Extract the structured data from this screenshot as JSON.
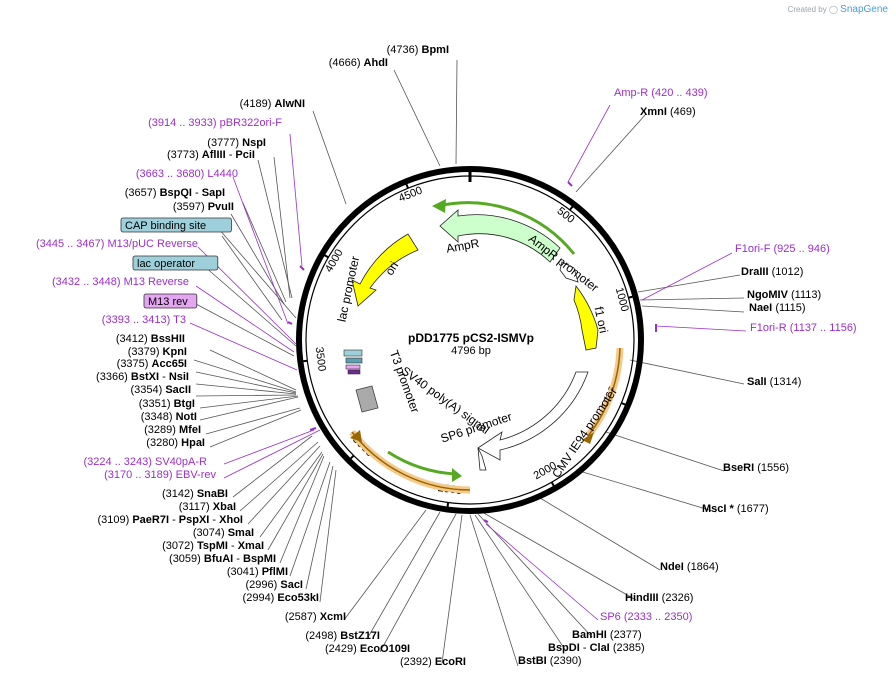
{
  "credit": {
    "prefix": "Created by",
    "brand": "SnapGene"
  },
  "plasmid": {
    "name": "pDD1775 pCS2-ISMVp",
    "length_label": "4796 bp",
    "length": 4796
  },
  "colors": {
    "primer": "#9b2fc7",
    "ampr_fill": "#ccffcc",
    "ori_fill": "#ffff00",
    "orf_band": "#f5c98a",
    "green_arrow": "#55aa22",
    "lac_box": "#9ed0dc",
    "m13_box": "#e4a6f0"
  },
  "ticks": [
    {
      "bp": 500,
      "label": "500"
    },
    {
      "bp": 1000,
      "label": "1000"
    },
    {
      "bp": 1500,
      "label": "1500"
    },
    {
      "bp": 2000,
      "label": "2000"
    },
    {
      "bp": 2500,
      "label": "2500"
    },
    {
      "bp": 3000,
      "label": "3000"
    },
    {
      "bp": 3500,
      "label": "3500"
    },
    {
      "bp": 4000,
      "label": "4000"
    },
    {
      "bp": 4500,
      "label": "4500"
    }
  ],
  "features": [
    {
      "name": "AmpR",
      "label": "AmpR"
    },
    {
      "name": "AmpR promoter",
      "label": "AmpR promoter"
    },
    {
      "name": "f1 ori",
      "label": "f1 ori"
    },
    {
      "name": "CMV IE94 promoter",
      "label": "CMV IE94 promoter"
    },
    {
      "name": "SP6 promoter",
      "label": "SP6 promoter"
    },
    {
      "name": "SV40 poly(A) signal",
      "label": "SV40 poly(A) signal"
    },
    {
      "name": "T3 promoter",
      "label": "T3 promoter"
    },
    {
      "name": "lac promoter",
      "label": "lac promoter"
    },
    {
      "name": "ori",
      "label": "ori"
    }
  ],
  "labels": [
    {
      "kind": "site",
      "pos": "(4736)",
      "name": "BpmI"
    },
    {
      "kind": "site",
      "pos": "(4666)",
      "name": "AhdI"
    },
    {
      "kind": "site",
      "pos": "(4189)",
      "name": "AlwNI"
    },
    {
      "kind": "primer",
      "pos": "(3914 .. 3933)",
      "name": "pBR322ori-F"
    },
    {
      "kind": "site",
      "pos": "(3777)",
      "name": "NspI"
    },
    {
      "kind": "site",
      "pos": "(3773)",
      "name": "AflIII",
      "extra": "PciI"
    },
    {
      "kind": "primer",
      "pos": "(3663 .. 3680)",
      "name": "L4440"
    },
    {
      "kind": "site",
      "pos": "(3657)",
      "name": "BspQI",
      "extra": "SapI"
    },
    {
      "kind": "site",
      "pos": "(3597)",
      "name": "PvuII"
    },
    {
      "kind": "box",
      "name": "CAP binding site"
    },
    {
      "kind": "primer",
      "pos": "(3445 .. 3467)",
      "name": "M13/pUC Reverse"
    },
    {
      "kind": "box",
      "name": "lac operator"
    },
    {
      "kind": "primer",
      "pos": "(3432 .. 3448)",
      "name": "M13 Reverse"
    },
    {
      "kind": "mbox",
      "name": "M13 rev"
    },
    {
      "kind": "primer",
      "pos": "(3393 .. 3413)",
      "name": "T3"
    },
    {
      "kind": "site",
      "pos": "(3412)",
      "name": "BssHII"
    },
    {
      "kind": "site",
      "pos": "(3379)",
      "name": "KpnI"
    },
    {
      "kind": "site",
      "pos": "(3375)",
      "name": "Acc65I"
    },
    {
      "kind": "site",
      "pos": "(3366)",
      "name": "BstXI",
      "extra": "NsiI"
    },
    {
      "kind": "site",
      "pos": "(3354)",
      "name": "SacII"
    },
    {
      "kind": "site",
      "pos": "(3351)",
      "name": "BtgI"
    },
    {
      "kind": "site",
      "pos": "(3348)",
      "name": "NotI"
    },
    {
      "kind": "site",
      "pos": "(3289)",
      "name": "MfeI"
    },
    {
      "kind": "site",
      "pos": "(3280)",
      "name": "HpaI"
    },
    {
      "kind": "primer",
      "pos": "(3224 .. 3243)",
      "name": "SV40pA-R"
    },
    {
      "kind": "primer",
      "pos": "(3170 .. 3189)",
      "name": "EBV-rev"
    },
    {
      "kind": "site",
      "pos": "(3142)",
      "name": "SnaBI"
    },
    {
      "kind": "site",
      "pos": "(3117)",
      "name": "XbaI"
    },
    {
      "kind": "site",
      "pos": "(3109)",
      "name": "PaeR7I",
      "extra": "PspXI",
      "extra2": "XhoI"
    },
    {
      "kind": "site",
      "pos": "(3074)",
      "name": "SmaI"
    },
    {
      "kind": "site",
      "pos": "(3072)",
      "name": "TspMI",
      "extra": "XmaI"
    },
    {
      "kind": "site",
      "pos": "(3059)",
      "name": "BfuAI",
      "extra": "BspMI"
    },
    {
      "kind": "site",
      "pos": "(3041)",
      "name": "PflMI"
    },
    {
      "kind": "site",
      "pos": "(2996)",
      "name": "SacI"
    },
    {
      "kind": "site",
      "pos": "(2994)",
      "name": "Eco53kI"
    },
    {
      "kind": "site",
      "pos": "(2587)",
      "name": "XcmI"
    },
    {
      "kind": "site",
      "pos": "(2498)",
      "name": "BstZ17I"
    },
    {
      "kind": "site",
      "pos": "(2429)",
      "name": "EcoO109I"
    },
    {
      "kind": "site",
      "pos": "(2392)",
      "name": "EcoRI"
    },
    {
      "kind": "primer",
      "pos": "(420 .. 439)",
      "name": "Amp-R"
    },
    {
      "kind": "site",
      "pos": "(469)",
      "name": "XmnI"
    },
    {
      "kind": "primer",
      "pos": "(925 .. 946)",
      "name": "F1ori-F"
    },
    {
      "kind": "site",
      "pos": "(1012)",
      "name": "DraIII"
    },
    {
      "kind": "site",
      "pos": "(1113)",
      "name": "NgoMIV"
    },
    {
      "kind": "site",
      "pos": "(1115)",
      "name": "NaeI"
    },
    {
      "kind": "primer",
      "pos": "(1137 .. 1156)",
      "name": "F1ori-R"
    },
    {
      "kind": "site",
      "pos": "(1314)",
      "name": "SalI"
    },
    {
      "kind": "site",
      "pos": "(1556)",
      "name": "BseRI"
    },
    {
      "kind": "site",
      "pos": "(1677)",
      "name": "MscI *"
    },
    {
      "kind": "site",
      "pos": "(1864)",
      "name": "NdeI"
    },
    {
      "kind": "site",
      "pos": "(2326)",
      "name": "HindIII"
    },
    {
      "kind": "primer",
      "pos": "(2333 .. 2350)",
      "name": "SP6"
    },
    {
      "kind": "site",
      "pos": "(2377)",
      "name": "BamHI"
    },
    {
      "kind": "site",
      "pos": "(2385)",
      "name": "BspDI",
      "extra": "ClaI"
    },
    {
      "kind": "site",
      "pos": "(2390)",
      "name": "BstBI"
    }
  ]
}
